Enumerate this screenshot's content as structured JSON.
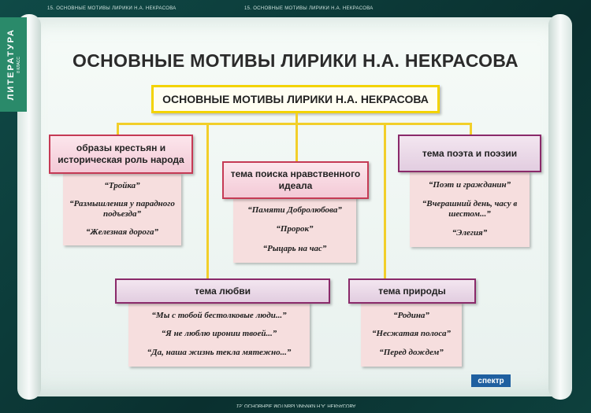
{
  "header_strip": {
    "left": "15. ОСНОВНЫЕ МОТИВЫ ЛИРИКИ Н.А. НЕКРАСОВА",
    "right": "15. ОСНОВНЫЕ МОТИВЫ ЛИРИКИ Н.А. НЕКРАСОВА"
  },
  "side_label": {
    "subject": "ЛИТЕРАТУРА",
    "grade": "8 КЛАСС"
  },
  "title": "ОСНОВНЫЕ МОТИВЫ ЛИРИКИ Н.А. НЕКРАСОВА",
  "central_box": "ОСНОВНЫЕ МОТИВЫ ЛИРИКИ Н.А. НЕКРАСОВА",
  "themes": [
    {
      "title": "образы крестьян и историческая роль народа",
      "items": [
        "“Тройка”",
        "“Размышления у парадного подъезда”",
        "“Железная дорога”"
      ]
    },
    {
      "title": "тема поиска нравственного идеала",
      "items": [
        "“Памяти Добролюбова”",
        "“Пророк”",
        "“Рыцарь на час”"
      ]
    },
    {
      "title": "тема поэта и поэзии",
      "items": [
        "“Поэт и гражданин”",
        "“Вчерашний день, часу в шестом...”",
        "“Элегия”"
      ]
    },
    {
      "title": "тема любви",
      "items": [
        "“Мы с тобой бестолковые люди...”",
        "“Я не люблю иронии твоей...”",
        "“Да, наша жизнь текла мятежно...”"
      ]
    },
    {
      "title": "тема природы",
      "items": [
        "“Родина”",
        "“Несжатая полоса”",
        "“Перед дождем”"
      ]
    }
  ],
  "logo": "спектр",
  "colors": {
    "accent_yellow": "#f3d300",
    "pink_border": "#c53a55",
    "purple_border": "#8a2a6a",
    "background": "#0c3b3a"
  }
}
